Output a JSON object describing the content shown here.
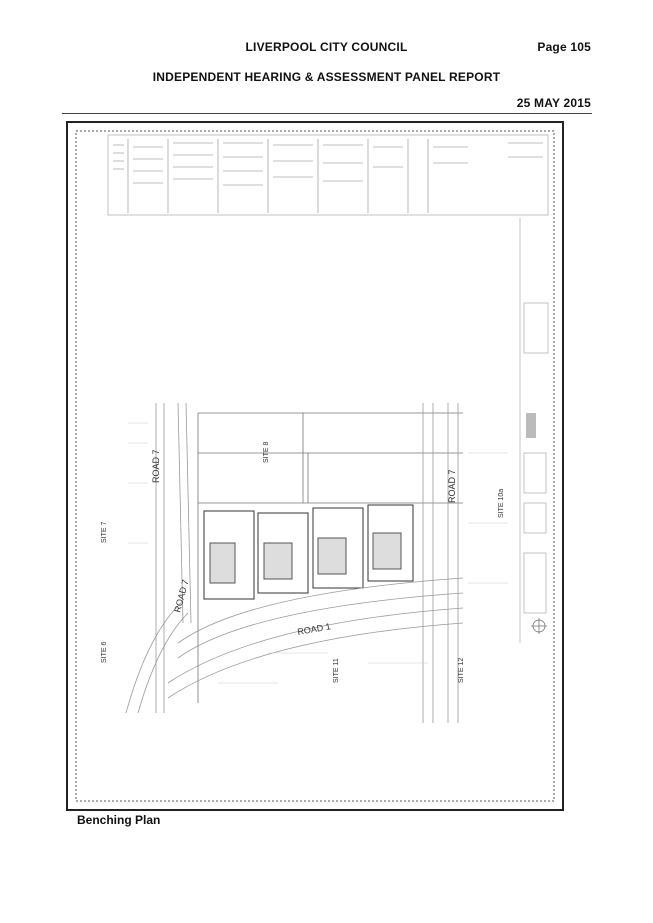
{
  "header": {
    "council": "LIVERPOOL CITY COUNCIL",
    "page": "Page 105",
    "report_title": "INDEPENDENT HEARING & ASSESSMENT PANEL REPORT",
    "date": "25 MAY 2015"
  },
  "plan": {
    "road_labels": [
      "ROAD 7",
      "ROAD 7",
      "ROAD 7",
      "ROAD 1"
    ],
    "site_labels": [
      "SITE 6",
      "SITE 7",
      "SITE 8",
      "SITE 11",
      "SITE 12",
      "SITE 10a"
    ]
  },
  "caption": "Benching Plan"
}
